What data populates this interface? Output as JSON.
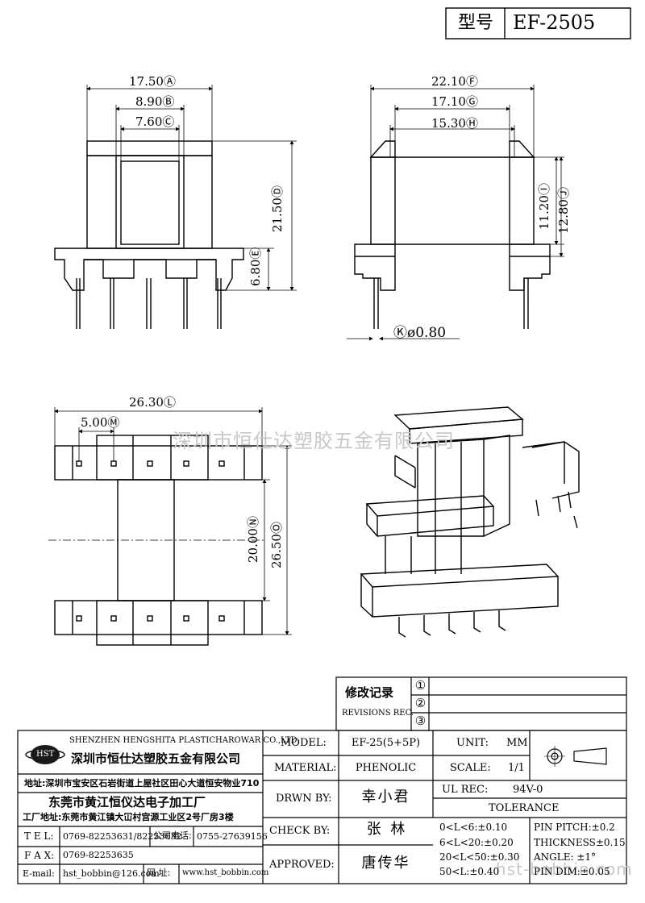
{
  "header": {
    "type_label": "型号",
    "model": "EF-2505"
  },
  "dims": {
    "d1": "17.50Ⓐ",
    "d2": "8.90Ⓑ",
    "d3": "7.60Ⓒ",
    "d4": "21.50Ⓓ",
    "d5": "6.80Ⓔ",
    "d6": "22.10Ⓕ",
    "d7": "17.10Ⓖ",
    "d8": "15.30Ⓗ",
    "d9": "11.20Ⓘ",
    "d10": "12.80Ⓙ",
    "d11": "Ⓚø0.80",
    "d12": "26.30Ⓛ",
    "d13": "5.00Ⓜ",
    "d14": "20.00Ⓝ",
    "d15": "26.50Ⓞ"
  },
  "watermark": {
    "top": "深圳市恒仕达塑胶五金有限公司",
    "bottom": "hst-bobbin.com"
  },
  "revisions": {
    "title": "修改记录",
    "subtitle": "REVISIONS REC.",
    "rows": [
      "①",
      "②",
      "③"
    ]
  },
  "company": {
    "logo": "HST",
    "name_en": "SHENZHEN HENGSHITA PLASTICHAROWAR CO.,LTD",
    "name_cn": "深圳市恒仕达塑胶五金有限公司",
    "address": "地址:深圳市宝安区石岩街道上屋社区田心大道恒安物业710",
    "factory": "东莞市黄江恒仪达电子加工厂",
    "factory_address": "工厂地址:东莞市黄江镇大冚村宫源工业区2号厂房3楼",
    "tel_label": "T E L:",
    "tel": "0769-82253631/82253632",
    "company_tel_label": "公司电话:",
    "company_tel": "0755-27639156",
    "fax_label": "F A X:",
    "fax": "0769-82253635",
    "email_label": "E-mail:",
    "email": "hst_bobbin@126.com",
    "web_label": "网 址:",
    "web": "www.hst_bobbin.com"
  },
  "title_block": {
    "model_label": "MODEL:",
    "model": "EF-25(5+5P)",
    "material_label": "MATERIAL:",
    "material": "PHENOLIC",
    "drawn_label": "DRWN BY:",
    "drawn": "幸小君",
    "check_label": "CHECK BY:",
    "check": "张  林",
    "approved_label": "APPROVED:",
    "approved": "唐传华",
    "unit_label": "UNIT:",
    "unit": "MM",
    "scale_label": "SCALE:",
    "scale": "1/1",
    "ul_label": "UL REC:",
    "ul": "94V-0",
    "tolerance_label": "TOLERANCE",
    "tol1": "0<L<6:±0.10",
    "tol2": "6<L<20:±0.20",
    "tol3": "20<L<50:±0.30",
    "tol4": "50<L:±0.40",
    "pin_pitch": "PIN PITCH:±0.2",
    "thickness": "THICKNESS±0.15",
    "angle": "ANGLE: ±1°",
    "pin_dim": "PIN DIM:±0.05"
  }
}
